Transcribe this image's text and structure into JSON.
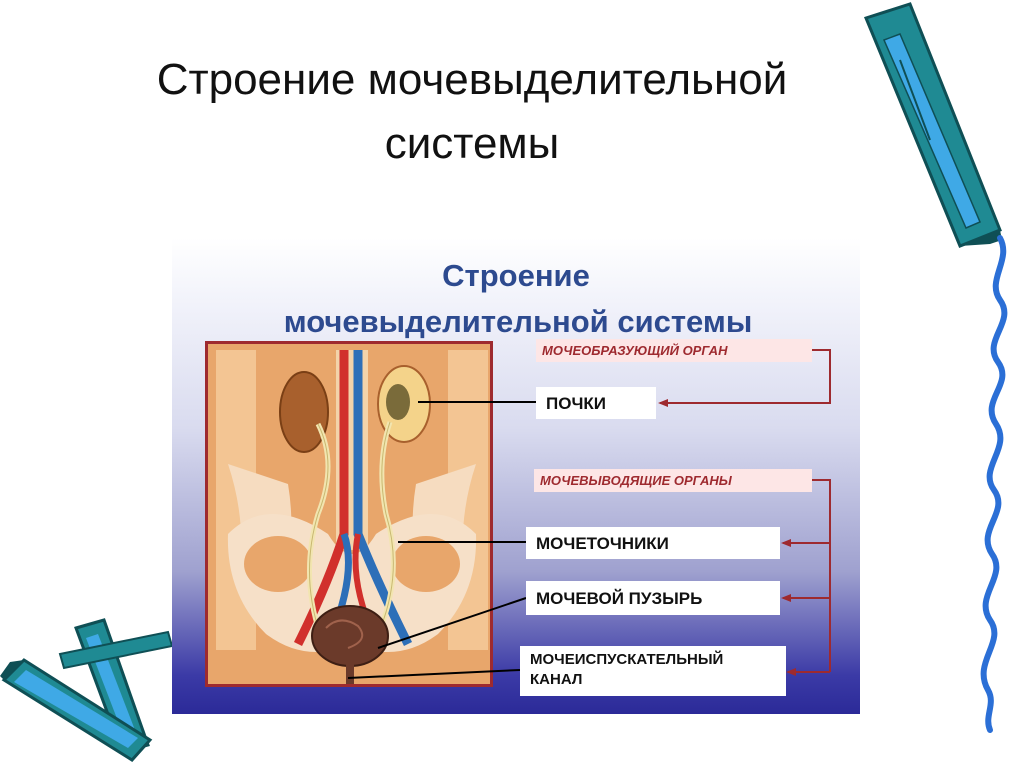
{
  "slide": {
    "title_line1": "Строение мочевыделительной",
    "title_line2": "системы"
  },
  "panel": {
    "title_line1": "Строение",
    "title_line2": "мочевыделительной системы"
  },
  "categories": {
    "forming": "МОЧЕОБРАЗУЮЩИЙ ОРГАН",
    "excreting": "МОЧЕВЫВОДЯЩИЕ ОРГАНЫ"
  },
  "organs": {
    "kidneys": "ПОЧКИ",
    "ureters": "МОЧЕТОЧНИКИ",
    "bladder": "МОЧЕВОЙ ПУЗЫРЬ",
    "urethra_line1": "МОЧЕИСПУСКАТЕЛЬНЫЙ",
    "urethra_line2": "КАНАЛ"
  },
  "colors": {
    "title_blue": "#2d4a8f",
    "accent_red": "#9e2a2f",
    "category_bg": "#fde6e6",
    "pen_teal": "#1f8a93",
    "pen_blue": "#3fa9e6",
    "squiggle_blue": "#2b6fd6"
  },
  "icons": [
    "pen-icon",
    "crossed-pens-icon",
    "squiggle-decoration"
  ]
}
